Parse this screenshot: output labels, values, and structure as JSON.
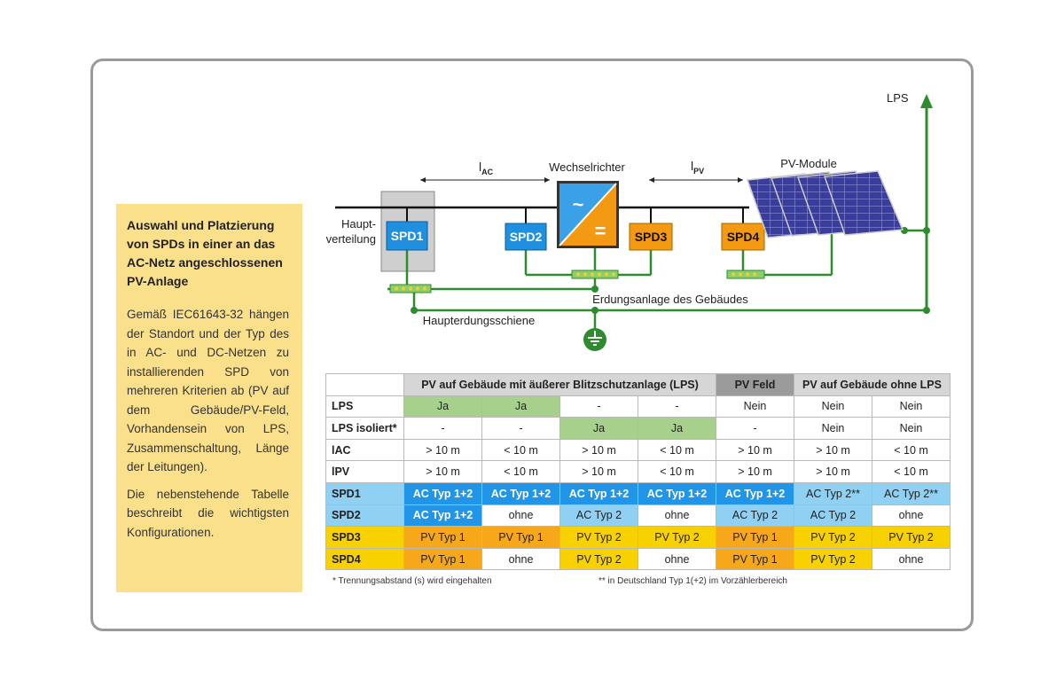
{
  "sidebar": {
    "title": "Auswahl und Platzierung von SPDs in einer an das AC-Netz angeschlossenen PV-Anlage",
    "paragraph1": "Gemäß IEC61643-32 hängen der Standort und der Typ des in AC- und DC-Netzen zu installierenden SPD von mehreren Kriterien ab (PV auf dem Gebäude/PV-Feld, Vorhandensein von LPS, Zusammenschaltung, Länge der Leitungen).",
    "paragraph2": "Die nebenstehende Tabelle beschreibt die wichtigsten Konfigurationen."
  },
  "diagram": {
    "lps_label": "LPS",
    "l_ac": "l",
    "l_ac_sub": "AC",
    "l_pv": "l",
    "l_pv_sub": "PV",
    "inverter_label": "Wechselrichter",
    "pv_modules_label": "PV-Module",
    "main_distribution_line1": "Haupt-",
    "main_distribution_line2": "verteilung",
    "spd1": "SPD1",
    "spd2": "SPD2",
    "spd3": "SPD3",
    "spd4": "SPD4",
    "grounding_label": "Erdungsanlage des Gebäudes",
    "busbar_label": "Haupterdungsschiene",
    "inverter_ac_symbol": "~",
    "inverter_dc_symbol": "=",
    "colors": {
      "line_green": "#2e8b2e",
      "spd_blue": "#1f8fe0",
      "spd_orange": "#f39a12",
      "panel_blue": "#3c3f9e"
    }
  },
  "table": {
    "headers": {
      "group1": "PV auf Gebäude mit äußerer Blitzschutzanlage (LPS)",
      "group2": "PV Feld",
      "group3": "PV auf Gebäude ohne LPS"
    },
    "rows": [
      {
        "label": "LPS",
        "cells": [
          "Ja",
          "Ja",
          "-",
          "-",
          "Nein",
          "Nein",
          "Nein"
        ]
      },
      {
        "label": "LPS isoliert*",
        "cells": [
          "-",
          "-",
          "Ja",
          "Ja",
          "-",
          "Nein",
          "Nein"
        ]
      },
      {
        "label": "lAC",
        "cells": [
          "> 10 m",
          "< 10 m",
          "> 10 m",
          "< 10 m",
          "> 10 m",
          "> 10 m",
          "< 10 m"
        ]
      },
      {
        "label": "lPV",
        "cells": [
          "> 10 m",
          "< 10 m",
          "> 10 m",
          "< 10 m",
          "> 10 m",
          "> 10 m",
          "< 10 m"
        ]
      },
      {
        "label": "SPD1",
        "cells": [
          "AC Typ 1+2",
          "AC Typ 1+2",
          "AC Typ 1+2",
          "AC Typ 1+2",
          "AC Typ 1+2",
          "AC Typ 2**",
          "AC Typ 2**"
        ]
      },
      {
        "label": "SPD2",
        "cells": [
          "AC Typ 1+2",
          "ohne",
          "AC Typ 2",
          "ohne",
          "AC Typ 2",
          "AC Typ 2",
          "ohne"
        ]
      },
      {
        "label": "SPD3",
        "cells": [
          "PV Typ 1",
          "PV Typ 1",
          "PV Typ 2",
          "PV Typ 2",
          "PV Typ 1",
          "PV Typ 2",
          "PV Typ 2"
        ]
      },
      {
        "label": "SPD4",
        "cells": [
          "PV Typ 1",
          "ohne",
          "PV Typ 2",
          "ohne",
          "PV Typ 1",
          "PV Typ 2",
          "ohne"
        ]
      }
    ],
    "footnote1": "* Trennungsabstand (s) wird eingehalten",
    "footnote2": "** in Deutschland Typ 1(+2) im Vorzählerbereich"
  }
}
